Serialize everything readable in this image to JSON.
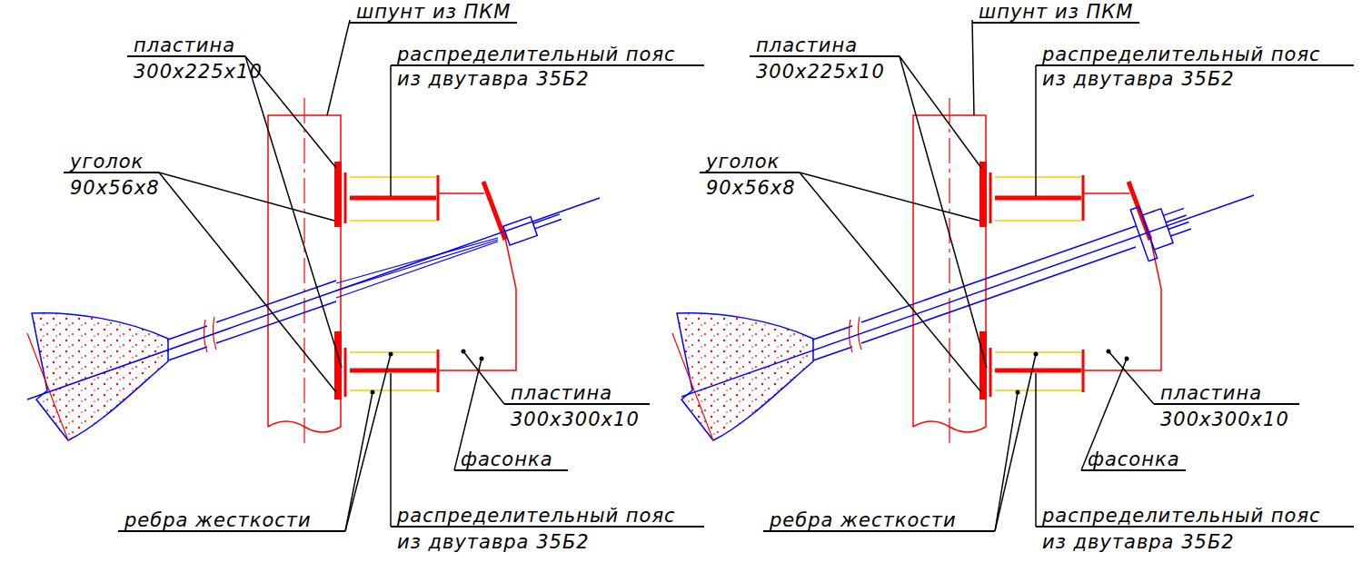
{
  "diagram": {
    "labels": [
      "шпунт из ПКМ",
      "пластина",
      "300x225x10",
      "распределительный пояс",
      "из двутавра 35Б2",
      "уголок",
      "90x56x8",
      "пластина",
      "300x300x10",
      "фасонка",
      "ребра жесткости",
      "распределительный пояс",
      "из двутавра 35Б2",
      "шпунт из ПКМ",
      "пластина",
      "300x225x10",
      "распределительный пояс",
      "из двутавра 35Б2",
      "уголок",
      "90x56x8",
      "пластина",
      "300x300x10",
      "фасонка",
      "ребра жесткости",
      "распределительный пояс",
      "из двутавра 35Б2"
    ]
  }
}
